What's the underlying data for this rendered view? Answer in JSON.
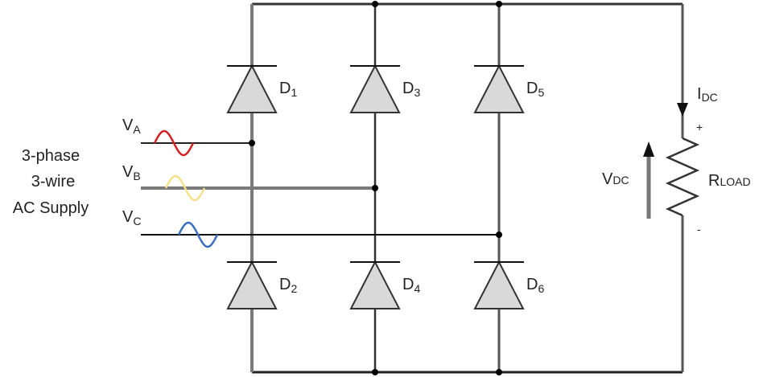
{
  "supply_label": [
    "3-phase",
    "3-wire",
    "AC Supply"
  ],
  "phases": [
    {
      "name": "V",
      "sub": "A",
      "color": "#d42020"
    },
    {
      "name": "V",
      "sub": "B",
      "color": "#f6e08a"
    },
    {
      "name": "V",
      "sub": "C",
      "color": "#3a6fc0"
    }
  ],
  "diodes": [
    {
      "name": "D",
      "sub": "1"
    },
    {
      "name": "D",
      "sub": "3"
    },
    {
      "name": "D",
      "sub": "5"
    },
    {
      "name": "D",
      "sub": "2"
    },
    {
      "name": "D",
      "sub": "4"
    },
    {
      "name": "D",
      "sub": "6"
    }
  ],
  "load": {
    "current": {
      "name": "I",
      "sub": "DC"
    },
    "voltage": {
      "name": "V",
      "sub": "DC"
    },
    "resistor": {
      "name": "R",
      "sub": "LOAD"
    },
    "plus": "+",
    "minus": "-"
  },
  "colors": {
    "wire_dark": "#111111",
    "wire_gray": "#7a7a7a",
    "diode_fill": "#d9d9d9"
  }
}
